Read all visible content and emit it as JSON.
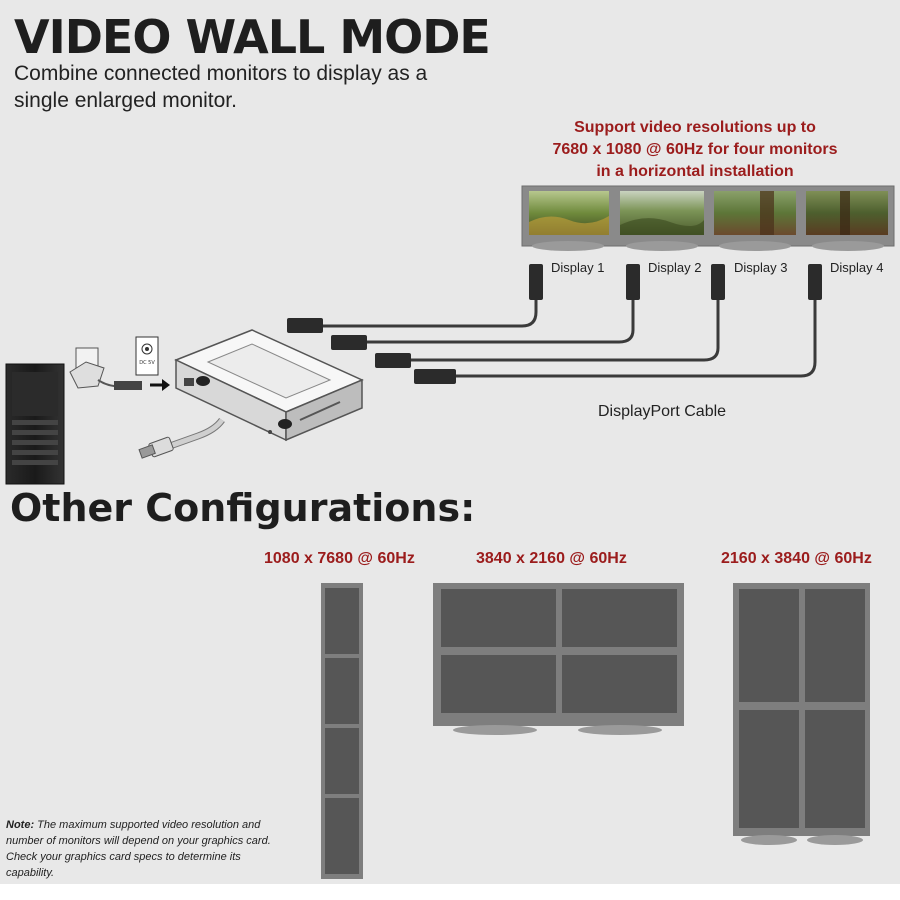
{
  "header": {
    "title": "VIDEO WALL MODE",
    "subtitle": "Combine connected monitors to display as a single enlarged monitor."
  },
  "support_note": {
    "line1": "Support video resolutions up to",
    "line2": "7680 x 1080 @ 60Hz for four monitors",
    "line3": "in a horizontal installation"
  },
  "displays": [
    "Display 1",
    "Display 2",
    "Display 3",
    "Display 4"
  ],
  "cable_label": "DisplayPort Cable",
  "power_label": "DC 5V",
  "other": {
    "title": "Other Configurations:",
    "configs": [
      {
        "resolution": "1080 x 7680 @ 60Hz",
        "layout": "1 column x 4 rows"
      },
      {
        "resolution": "3840 x 2160 @ 60Hz",
        "layout": "2 columns x 2 rows"
      },
      {
        "resolution": "2160 x 3840 @ 60Hz",
        "layout": "2 columns x 2 rows (portrait)"
      }
    ]
  },
  "note": {
    "label": "Note:",
    "text": " The maximum supported video resolution and number of monitors will depend on your graphics card. Check your graphics card specs to determine its capability."
  },
  "colors": {
    "background": "#e8e8e8",
    "accent_red": "#9b1c1c",
    "monitor_frame": "#7e7e7e",
    "screen_gray": "#565656"
  }
}
